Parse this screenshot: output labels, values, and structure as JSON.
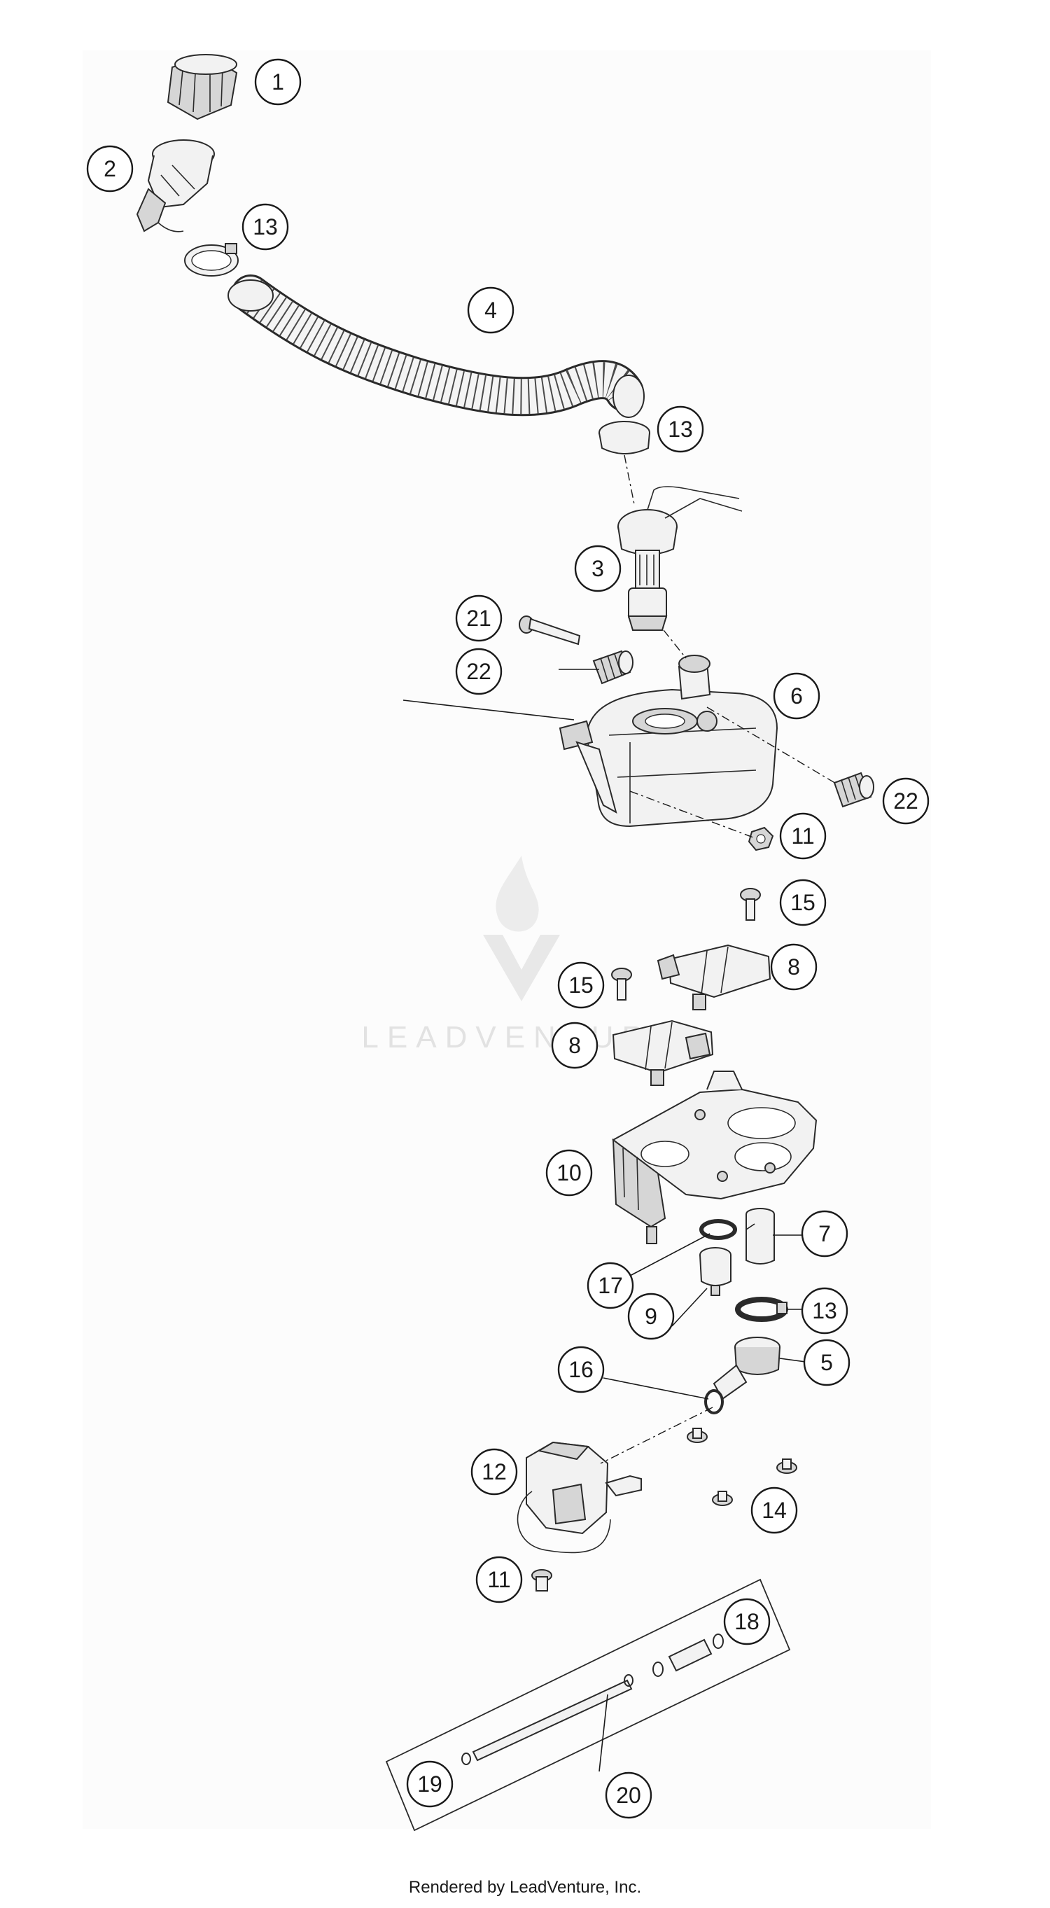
{
  "watermark": {
    "brand_text": "LEADVENTURE"
  },
  "footer": {
    "credit": "Rendered by LeadVenture, Inc."
  },
  "callouts": [
    "1",
    "2",
    "13",
    "4",
    "13",
    "3",
    "21",
    "22",
    "6",
    "22",
    "11",
    "15",
    "8",
    "15",
    "8",
    "10",
    "7",
    "17",
    "9",
    "13",
    "5",
    "16",
    "12",
    "14",
    "11",
    "18",
    "19",
    "20"
  ]
}
